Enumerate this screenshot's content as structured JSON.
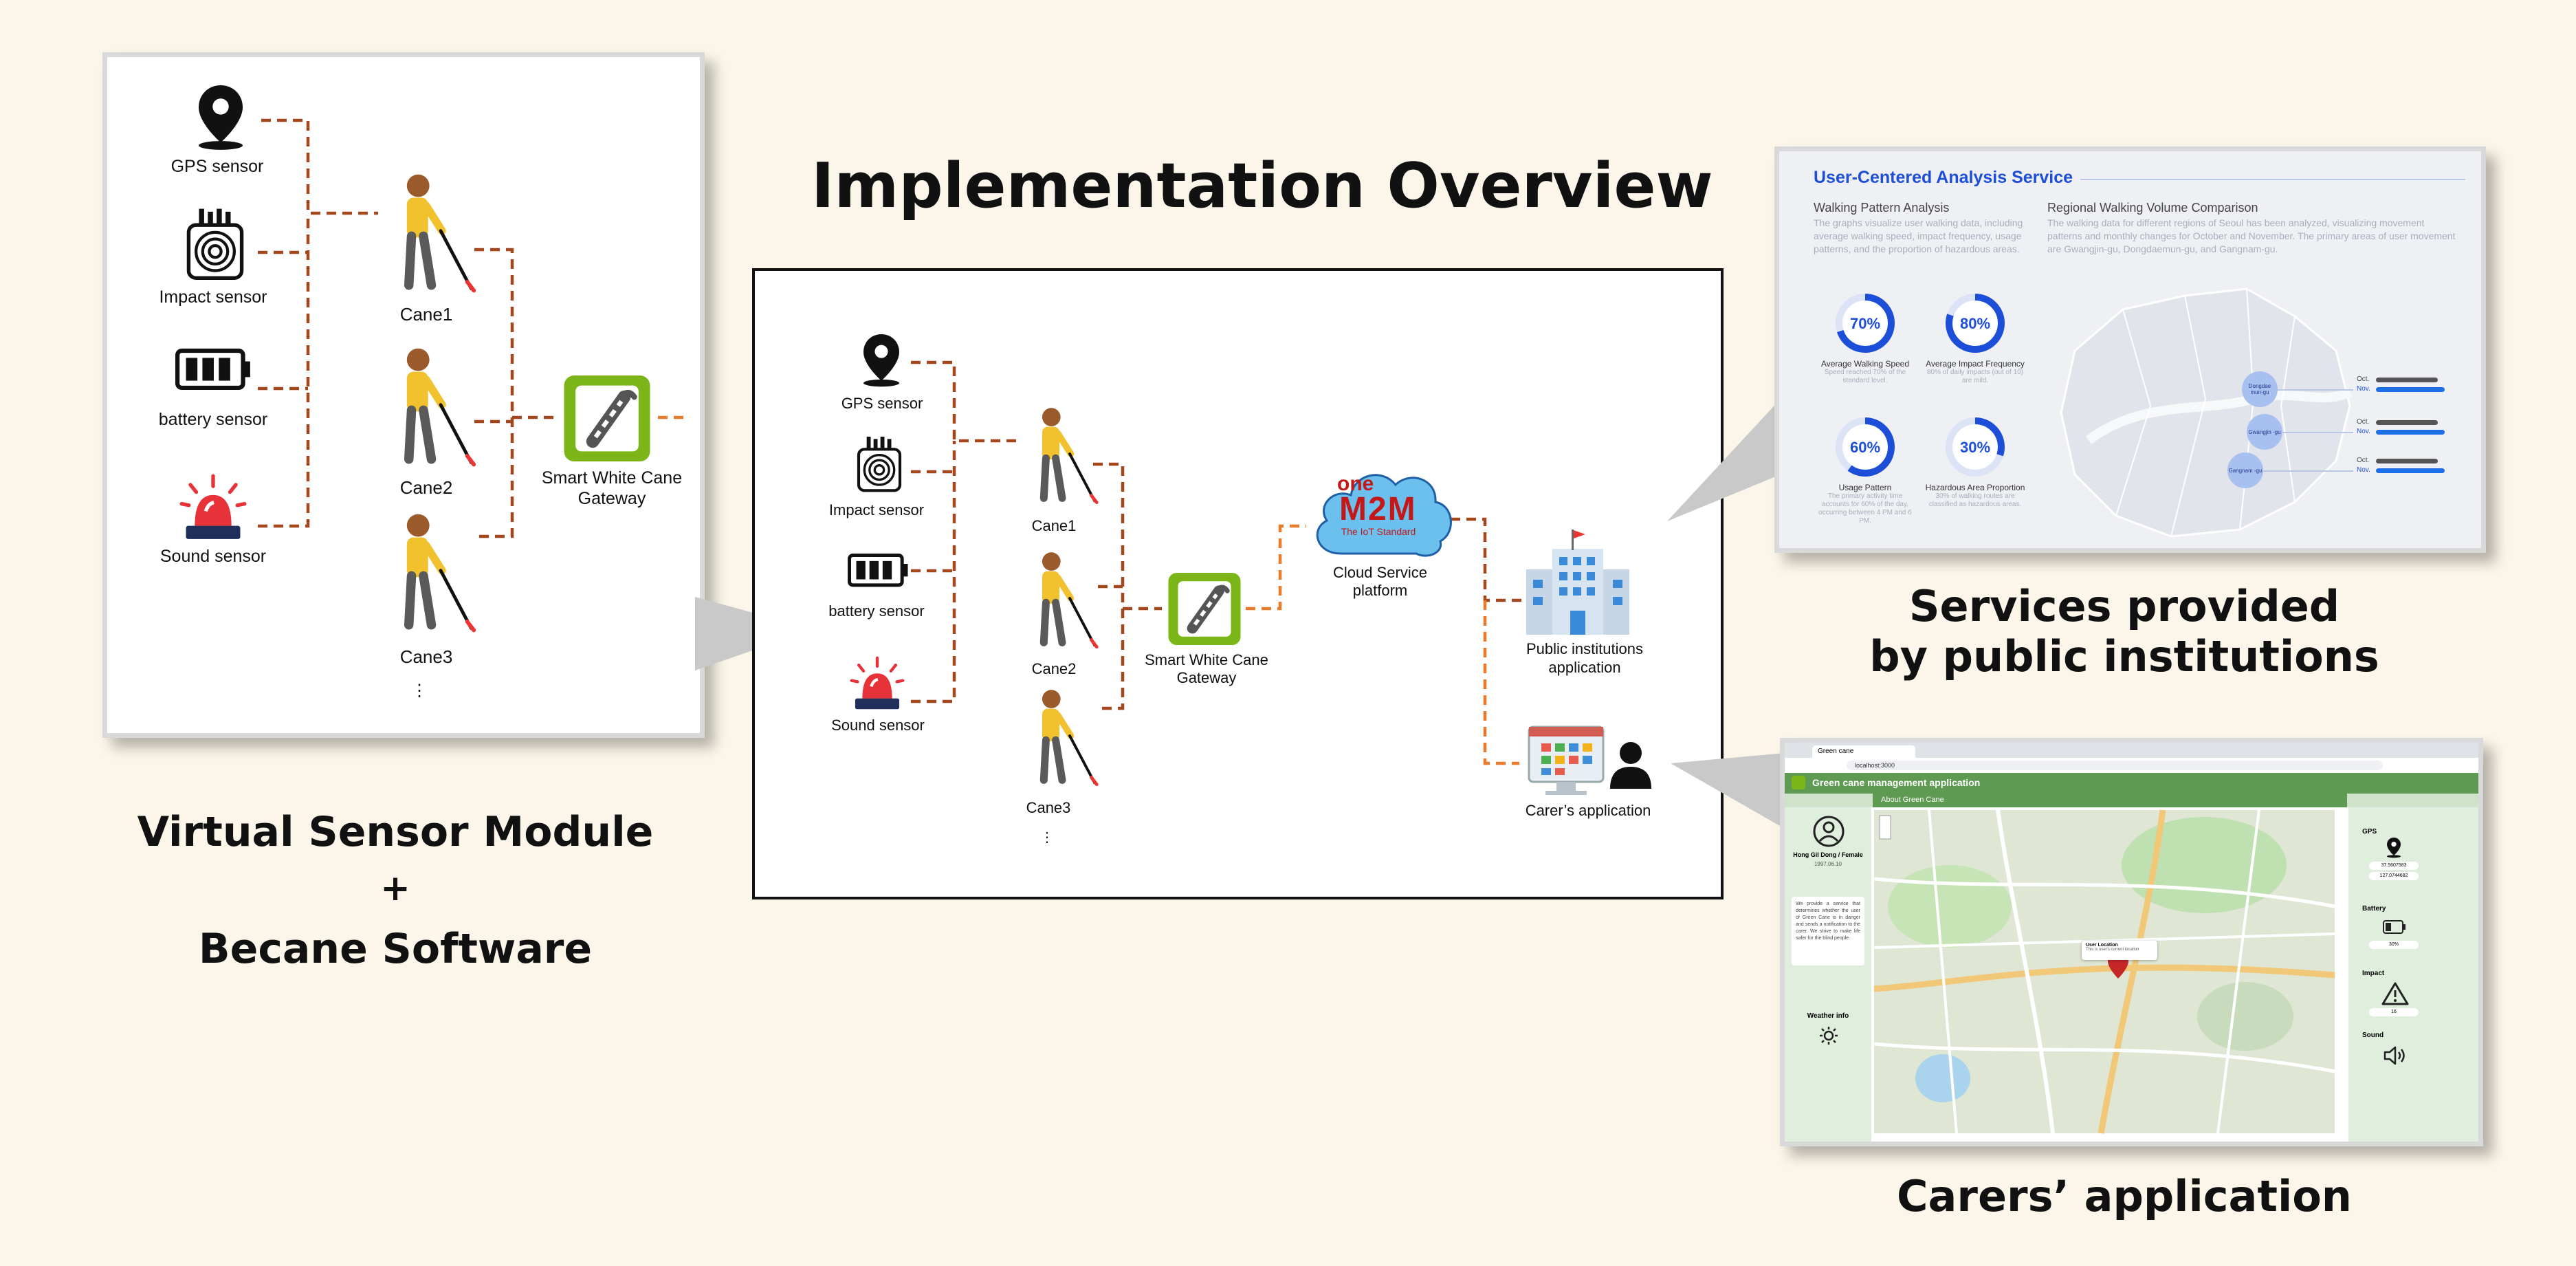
{
  "title": "Implementation Overview",
  "left_caption": {
    "line1": "Virtual Sensor Module",
    "line2": "+",
    "line3": "Becane Software"
  },
  "right_top_caption": {
    "line1": "Services provided",
    "line2": "by public institutions"
  },
  "right_bottom_caption": "Carers’ application",
  "sensors": {
    "gps": "GPS sensor",
    "impact": "Impact sensor",
    "battery": "battery sensor",
    "sound": "Sound sensor"
  },
  "canes": {
    "c1": "Cane1",
    "c2": "Cane2",
    "c3": "Cane3",
    "more": "⋮"
  },
  "gateway": {
    "line1": "Smart White Cane",
    "line2": "Gateway"
  },
  "cloud": {
    "logo_top": "one",
    "logo_mid": "M2M",
    "logo_sub": "The IoT Standard",
    "label1": "Cloud Service",
    "label2": "platform"
  },
  "public_inst": {
    "line1": "Public institutions",
    "line2": "application"
  },
  "carer_app": "Carer’s application",
  "analysis": {
    "title": "User-Centered Analysis Service",
    "wp_title": "Walking Pattern Analysis",
    "wp_desc": "The graphs visualize user walking data, including average walking speed, impact frequency, usage patterns, and the proportion of hazardous areas.",
    "rw_title": "Regional Walking Volume Comparison",
    "rw_desc": "The walking data for different regions of Seoul has been analyzed, visualizing movement patterns and monthly changes for October and November. The primary areas of user movement are Gwangjin-gu, Dongdaemun-gu, and Gangnam-gu.",
    "gauges": [
      {
        "pct": "70%",
        "value": 70,
        "name": "Average Walking Speed",
        "desc": "Speed reached 70% of the standard level."
      },
      {
        "pct": "80%",
        "value": 80,
        "name": "Average Impact Frequency",
        "desc": "80% of daily impacts (out of 10) are mild."
      },
      {
        "pct": "60%",
        "value": 60,
        "name": "Usage Pattern",
        "desc": "The primary activity time accounts for 60% of the day, occurring between 4 PM and 6 PM."
      },
      {
        "pct": "30%",
        "value": 30,
        "name": "Hazardous Area Proportion",
        "desc": "30% of walking routes are classified as hazardous areas."
      }
    ],
    "regions": [
      {
        "name": "Dongdae mun-gu",
        "oct": "Oct.",
        "nov": "Nov."
      },
      {
        "name": "Gwangjin -gu",
        "oct": "Oct.",
        "nov": "Nov."
      },
      {
        "name": "Gangnam -gu",
        "oct": "Oct.",
        "nov": "Nov."
      }
    ]
  },
  "carer_ui": {
    "browser_tab": "Green cane",
    "url": "localhost:3000",
    "app_title": "Green cane management application",
    "map_header": "About Green Cane",
    "user_name": "Hong Gil Dong / Female",
    "user_dob": "1997.06.10",
    "description": "We provide a service that determines whether the user of Green Cane is in danger and sends a notification to the carer. We strive to make life safer for the blind people.",
    "weather": "Weather info",
    "popup_title": "User Location",
    "popup_text": "This is user's current location",
    "gps": "GPS",
    "gps_lat": "37.5607583",
    "gps_lon": "127.0744682",
    "battery": "Battery",
    "battery_val": "30%",
    "impact": "Impact",
    "impact_val": "16",
    "sound": "Sound"
  },
  "colors": {
    "bg": "#fbf6e9",
    "dash": "#a4471c",
    "gateway": "#7cb518",
    "accent_blue": "#1d4ed8",
    "cloud": "#6cc0ee",
    "onem2m_red": "#c41818"
  }
}
